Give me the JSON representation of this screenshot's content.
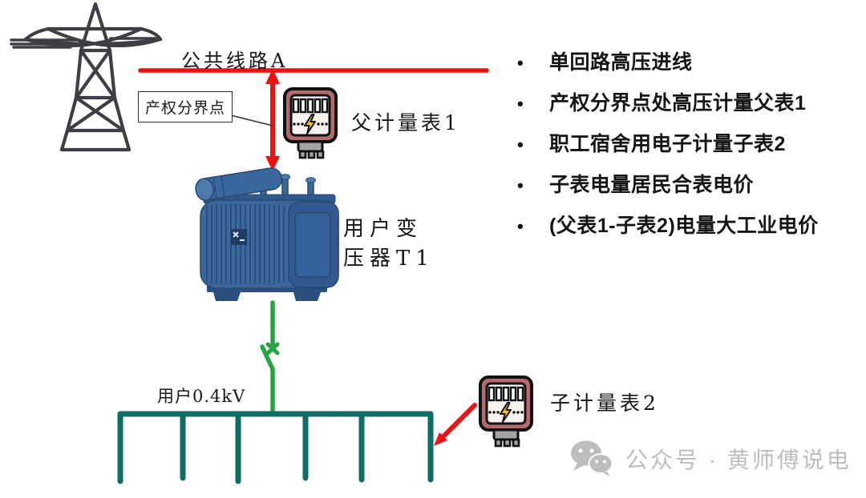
{
  "canvas": {
    "background": "#ffffff"
  },
  "labels": {
    "public_line": "公共线路A",
    "boundary_point": "产权分界点",
    "parent_meter": "父计量表1",
    "transformer_line1": "用户变",
    "transformer_line2": "压器T1",
    "user_bus": "用户0.4kV",
    "sub_meter": "子计量表2"
  },
  "bullets": {
    "marker": "•",
    "items": [
      "单回路高压进线",
      "产权分界点处高压计量父表1",
      "职工宿舍用电子计量子表2",
      "子表电量居民合表电价",
      "(父表1-子表2)电量大工业电价"
    ]
  },
  "watermark": {
    "text": "公众号 · 黄师傅说电"
  },
  "colors": {
    "line_red": "#ee1111",
    "line_green": "#27a344",
    "bus_teal": "#0e6e66",
    "tower_gray": "#3e3e44",
    "meter_maroon": "#b56b6d",
    "bolt_yellow": "#f2c324",
    "transformer_blue": "#3a679e",
    "watermark_gray": "#bdbdbd",
    "text_black": "#151515"
  }
}
